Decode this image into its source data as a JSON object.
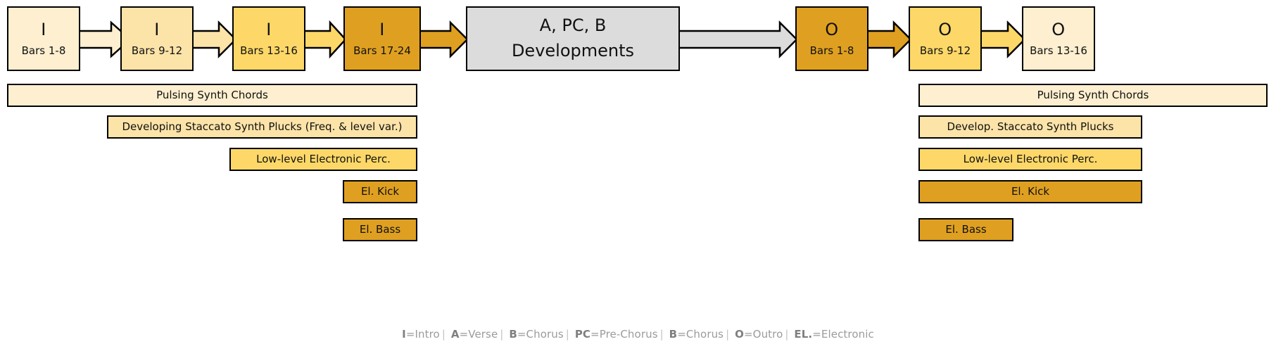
{
  "palette": {
    "shade1": "#FDEFCF",
    "shade2": "#FCE3A8",
    "shade3": "#FDD868",
    "shade4": "#DFA021",
    "gray": "#DCDCDC",
    "stroke": "#000000",
    "legend_text": "#9b9b9b"
  },
  "flow": {
    "left_section_nodes": [
      {
        "code": "I",
        "bars": "Bars 1-8",
        "color": "#FDEFCF"
      },
      {
        "code": "I",
        "bars": "Bars 9-12",
        "color": "#FCE3A8"
      },
      {
        "code": "I",
        "bars": "Bars 13-16",
        "color": "#FDD868"
      },
      {
        "code": "I",
        "bars": "Bars 17-24",
        "color": "#DFA021"
      }
    ],
    "center_node": {
      "line1": "A, PC, B",
      "line2": "Developments",
      "color": "#DCDCDC"
    },
    "right_section_nodes": [
      {
        "code": "O",
        "bars": "Bars 1-8",
        "color": "#DFA021"
      },
      {
        "code": "O",
        "bars": "Bars 9-12",
        "color": "#FDD868"
      },
      {
        "code": "O",
        "bars": "Bars 13-16",
        "color": "#FDEFCF"
      }
    ],
    "arrows": [
      {
        "name": "arrow-intro-1-to-2",
        "color": "#FDEFCF"
      },
      {
        "name": "arrow-intro-2-to-3",
        "color": "#FCE3A8"
      },
      {
        "name": "arrow-intro-3-to-4",
        "color": "#FDD868"
      },
      {
        "name": "arrow-intro-4-to-developments",
        "color": "#DFA021"
      },
      {
        "name": "arrow-developments-to-outro",
        "color": "#DCDCDC"
      },
      {
        "name": "arrow-outro-1-to-2",
        "color": "#DFA021"
      },
      {
        "name": "arrow-outro-2-to-3",
        "color": "#FDD868"
      }
    ]
  },
  "left_layers": [
    {
      "label": "Pulsing Synth Chords",
      "color": "#FDEFCF"
    },
    {
      "label": "Developing Staccato Synth Plucks (Freq. & level var.)",
      "color": "#FCE3A8"
    },
    {
      "label": "Low-level Electronic Perc.",
      "color": "#FDD868"
    },
    {
      "label": "El. Kick",
      "color": "#DFA021"
    },
    {
      "label": "El. Bass",
      "color": "#DFA021"
    }
  ],
  "right_layers": [
    {
      "label": "Pulsing Synth Chords",
      "color": "#FDEFCF"
    },
    {
      "label": "Develop. Staccato Synth Plucks",
      "color": "#FCE3A8"
    },
    {
      "label": "Low-level Electronic Perc.",
      "color": "#FDD868"
    },
    {
      "label": "El. Kick",
      "color": "#DFA021"
    },
    {
      "label": "El. Bass",
      "color": "#DFA021"
    }
  ],
  "legend": {
    "entries": [
      {
        "key": "I",
        "value": "=Intro"
      },
      {
        "key": "A",
        "value": "=Verse"
      },
      {
        "key": "B",
        "value": "=Chorus"
      },
      {
        "key": "PC",
        "value": "=Pre-Chorus"
      },
      {
        "key": "B",
        "value": "=Chorus"
      },
      {
        "key": "O",
        "value": "=Outro"
      },
      {
        "key": "EL.",
        "value": "=Electronic"
      }
    ],
    "separator": "|"
  }
}
